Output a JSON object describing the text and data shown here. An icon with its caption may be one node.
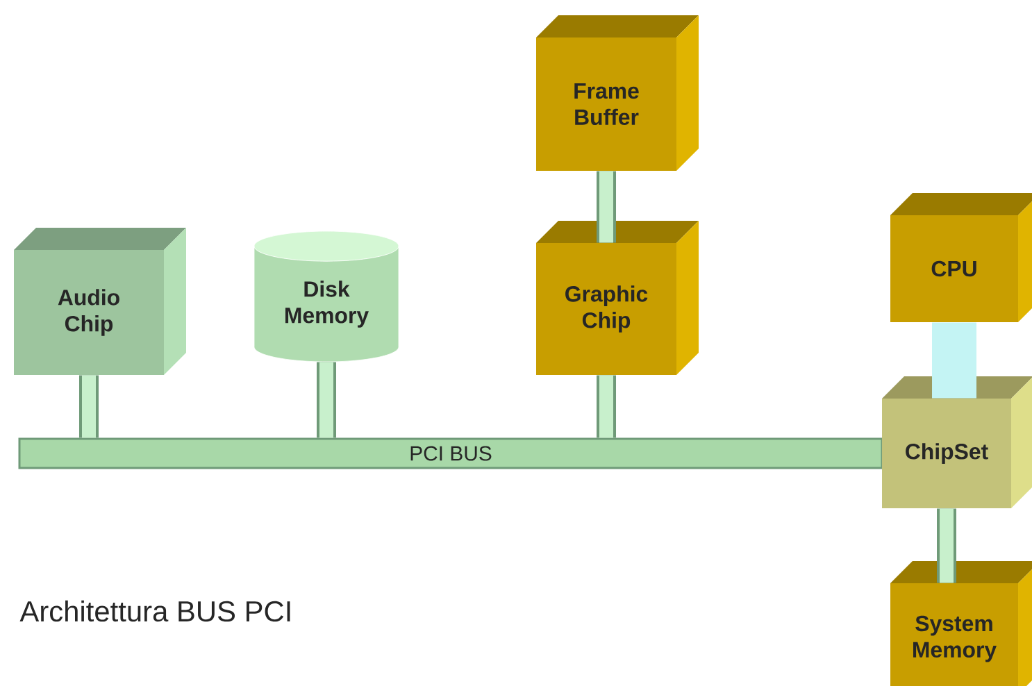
{
  "diagram": {
    "caption": "Architettura BUS PCI",
    "nodes": [
      {
        "text": [
          "Audio Chip"
        ]
      },
      {
        "text": [
          "Disk Memory"
        ]
      },
      {
        "text": [
          "Frame Buffer"
        ]
      },
      {
        "text": [
          "Graphic Chip"
        ]
      },
      {
        "text": [
          "CPU"
        ]
      },
      {
        "text": [
          "PCI BUS"
        ]
      },
      {
        "text": [
          "ChipSet"
        ]
      },
      {
        "text": [
          "System Memory"
        ]
      }
    ],
    "edges": [
      {
        "from": 0,
        "to": 5,
        "arrow": "none"
      },
      {
        "from": 1,
        "to": 5,
        "arrow": "none"
      },
      {
        "from": 2,
        "to": 3,
        "arrow": "none"
      },
      {
        "from": 3,
        "to": 5,
        "arrow": "none"
      },
      {
        "from": 4,
        "to": 6,
        "arrow": "none",
        "style": "thick",
        "color": "#c4f4f4"
      },
      {
        "from": 6,
        "to": 7,
        "arrow": "none"
      }
    ]
  }
}
